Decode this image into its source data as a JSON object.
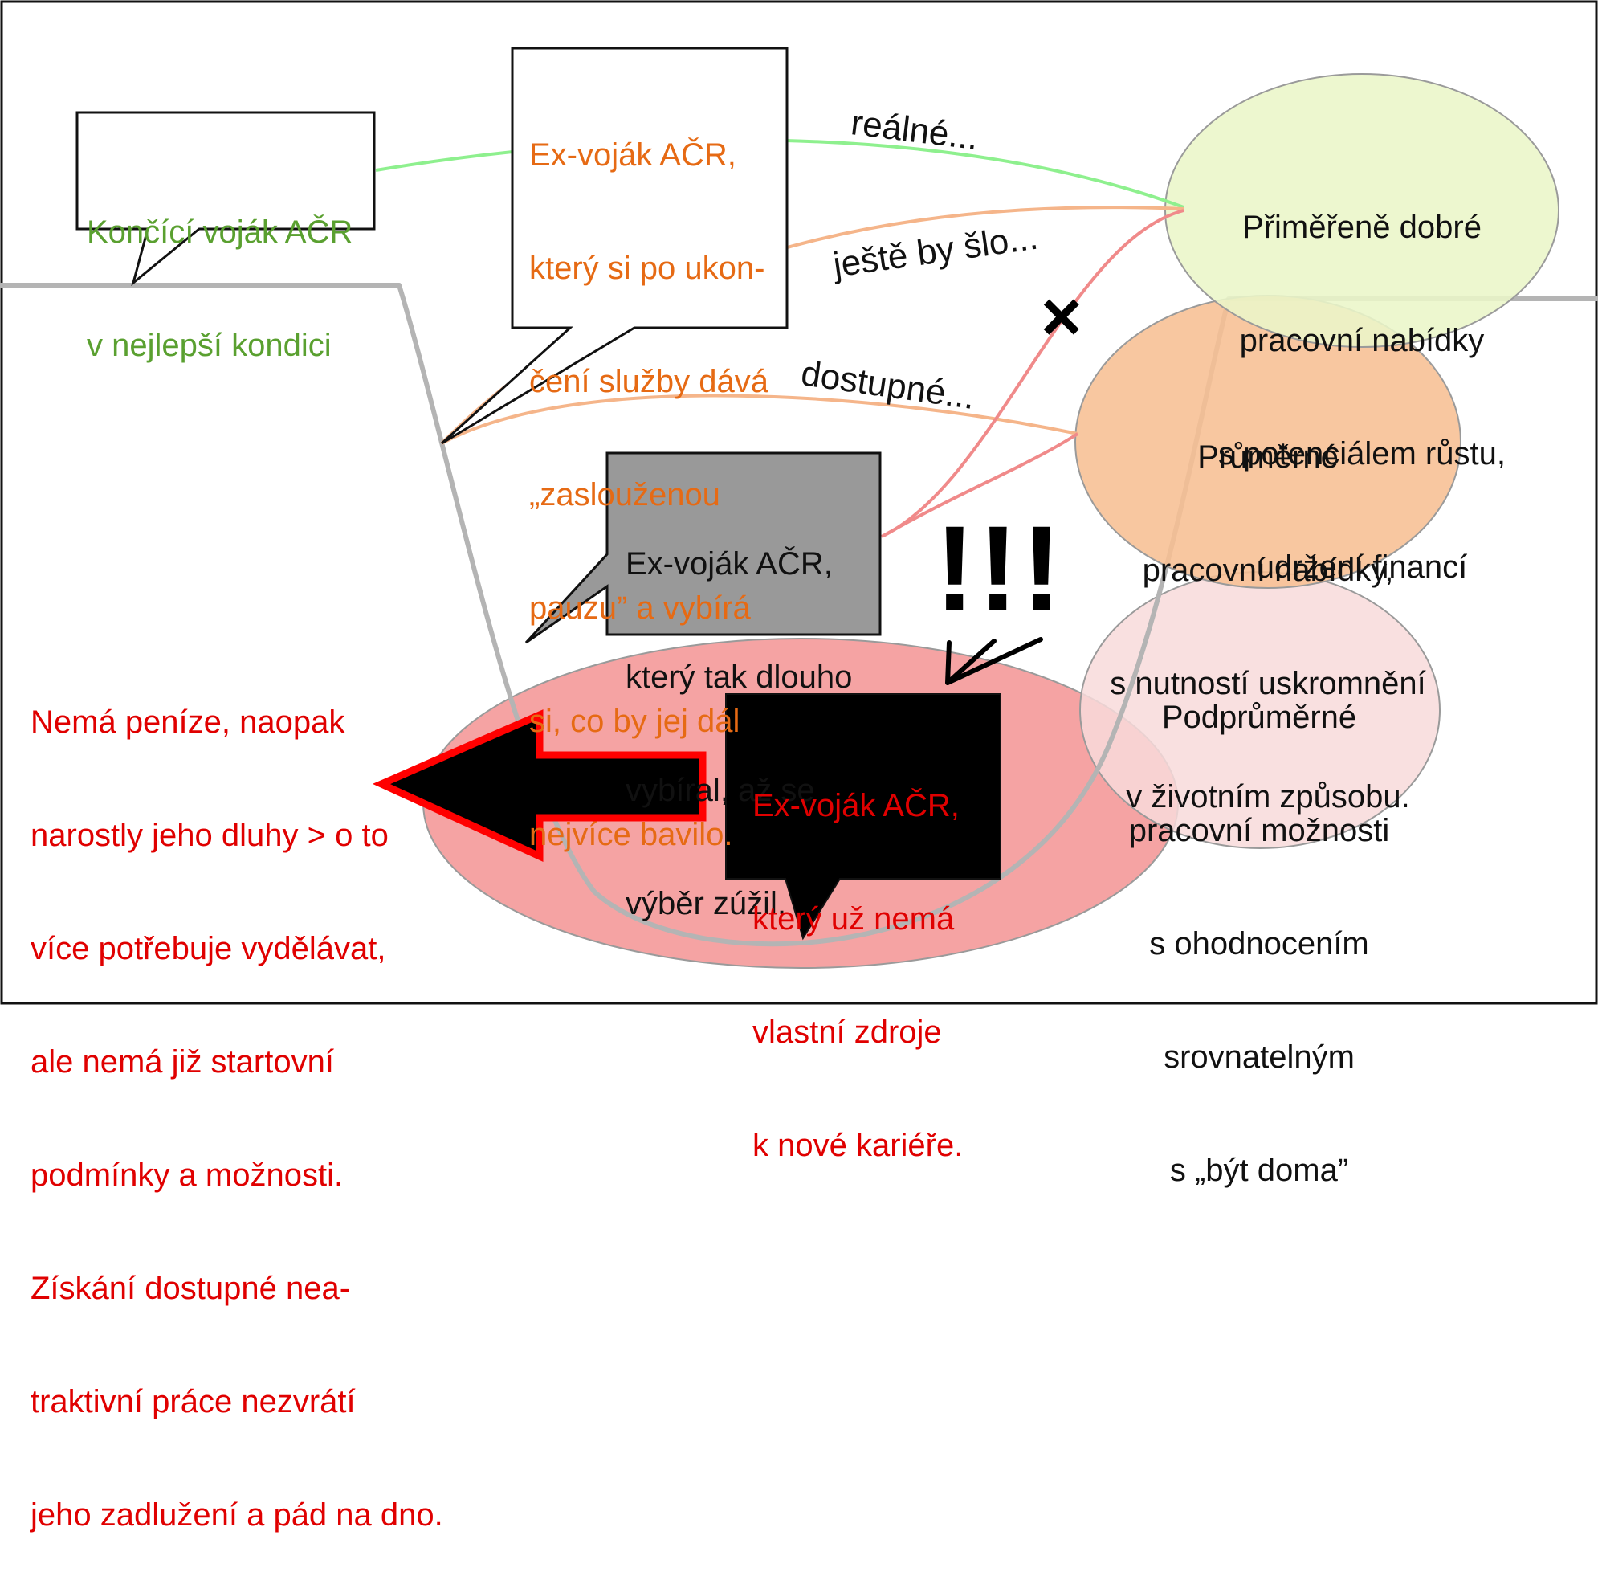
{
  "colors": {
    "green": "#5aa030",
    "orange": "#e66a14",
    "red": "#e00000",
    "dark_text": "#111111",
    "green_link": "#8ef08e",
    "orange_link": "#f5b58a",
    "red_link": "#f08a8a",
    "curve": "#b4b4b4",
    "ellipse_good": "#eaf6c8",
    "ellipse_avg": "#f7bf93",
    "ellipse_below": "#f8dada",
    "ellipse_bottom": "#f5a3a3",
    "gray_bubble": "#999999"
  },
  "bubbles": {
    "top_soldier": [
      "Končící voják AČR",
      "v nejlepší kondici"
    ],
    "resting_soldier": [
      "Ex-voják AČR,",
      "který si po ukon-",
      "čení služby dává",
      "„zaslouženou",
      "pauzu” a vybírá",
      "si, co by jej dál",
      "nejvíce bavilo."
    ],
    "choosing_soldier": [
      "Ex-voják AČR,",
      "který tak dlouho",
      "vybíral, až se",
      "výběr zúžil."
    ],
    "broke_soldier": [
      "Ex-voják AČR,",
      "který už nemá",
      "vlastní zdroje",
      "k nové kariéře."
    ]
  },
  "outcomes": {
    "good": [
      "Přiměřeně dobré",
      "pracovní nabídky",
      "s potenciálem růstu,",
      "udržení financí"
    ],
    "average": [
      "Průměrné",
      "pracovní nabídky,",
      "s nutností uskromnění",
      "v životním způsobu."
    ],
    "below": [
      "Podprůměrné",
      "pracovní možnosti",
      "s ohodnocením",
      "srovnatelným",
      "s „být doma”"
    ]
  },
  "edge_labels": {
    "realne": "reálné...",
    "jeste": "ještě by šlo...",
    "dostupne": "dostupné..."
  },
  "symbols": {
    "cross": "×",
    "warning": "!!!"
  },
  "consequence": [
    "Nemá peníze, naopak",
    "narostly jeho dluhy > o to",
    "více potřebuje vydělávat,",
    "ale nemá již startovní",
    "podmínky a možnosti.",
    "Získání dostupné nea-",
    "traktivní práce nezvrátí",
    "jeho zadlužení a pád na dno."
  ]
}
